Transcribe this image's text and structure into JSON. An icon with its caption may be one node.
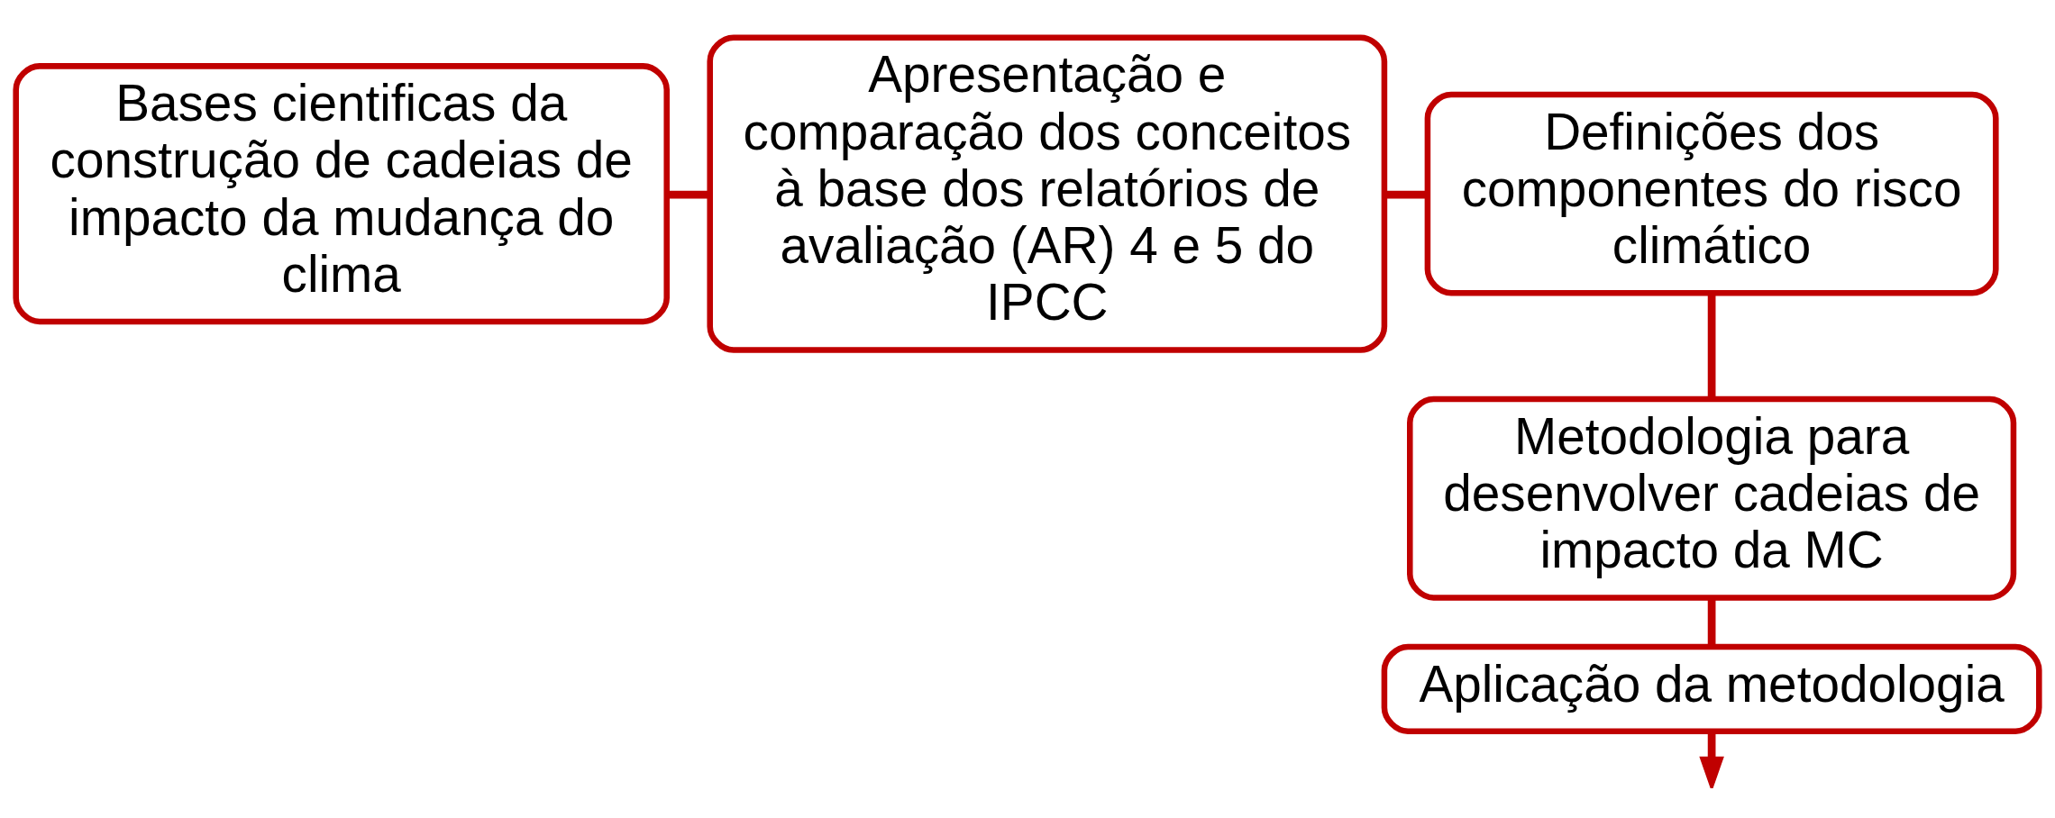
{
  "diagram": {
    "nodes": [
      {
        "text": [
          "Bases cientificas da construção de cadeias de impacto da mudança do clima"
        ]
      },
      {
        "text": [
          "Apresentação e comparação dos conceitos à base dos relatórios de avaliação (AR) 4 e 5 do IPCC"
        ]
      },
      {
        "text": [
          "Definições dos componentes do risco climático"
        ]
      },
      {
        "text": [
          "Metodologia para desenvolver cadeias de impacto da MC"
        ]
      },
      {
        "text": [
          "Aplicação da metodologia"
        ]
      }
    ],
    "edges": [
      {
        "from": 0,
        "to": 1,
        "arrow": "none"
      },
      {
        "from": 1,
        "to": 2,
        "arrow": "none"
      },
      {
        "from": 2,
        "to": 3,
        "arrow": "none"
      },
      {
        "from": 3,
        "to": 4,
        "arrow": "none"
      },
      {
        "from": 4,
        "to": null,
        "arrow": "to"
      }
    ]
  }
}
